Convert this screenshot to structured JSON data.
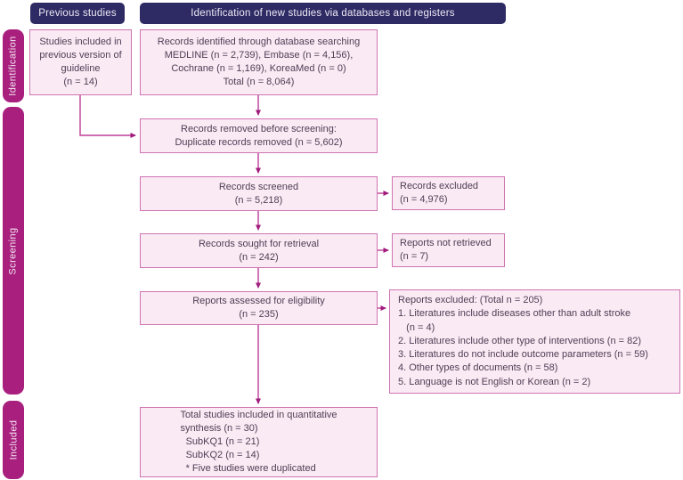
{
  "colors": {
    "header_navy": "#2e2a64",
    "stage_magenta": "#a81f7e",
    "box_fill": "#faeaf4",
    "box_border": "#cf74b2",
    "arrow_line": "#bd3d98",
    "arrow_head": "#a01c7d",
    "box_text": "#4f3d54"
  },
  "column_headers": {
    "previous": "Previous studies",
    "new_studies": "Identification of new studies via databases and registers"
  },
  "stages": [
    {
      "label": "Identification"
    },
    {
      "label": "Screening"
    },
    {
      "label": "Included"
    }
  ],
  "boxes": {
    "previous_included": {
      "text": "Studies included in\nprevious version of\nguideline\n(n = 14)"
    },
    "records_identified": {
      "text": "Records identified through database searching\nMEDLINE (n = 2,739), Embase (n = 4,156),\nCochrane (n = 1,169), KoreaMed (n = 0)\nTotal (n = 8,064)"
    },
    "records_removed": {
      "text": "Records removed before screening:\nDuplicate records removed (n = 5,602)"
    },
    "records_screened": {
      "text": "Records screened\n(n = 5,218)"
    },
    "records_excluded": {
      "text": "Records excluded\n(n = 4,976)"
    },
    "records_sought": {
      "text": "Records sought for retrieval\n(n = 242)"
    },
    "reports_not_retrieved": {
      "text": "Reports not retrieved\n(n = 7)"
    },
    "reports_assessed": {
      "text": "Reports assessed for eligibility\n(n = 235)"
    },
    "reports_excluded": {
      "text": "Reports excluded: (Total n = 205)\n1. Literatures include diseases other than adult stroke\n   (n = 4)\n2. Literatures include other type of interventions (n = 82)\n3. Literatures do not include outcome parameters (n = 59)\n4. Other types of documents (n = 58)\n5. Language is not English or Korean (n = 2)"
    },
    "total_included": {
      "text": "Total studies included in quantitative\nsynthesis (n = 30)\n  SubKQ1 (n = 21)\n  SubKQ2 (n = 14)\n  * Five studies were duplicated"
    }
  }
}
